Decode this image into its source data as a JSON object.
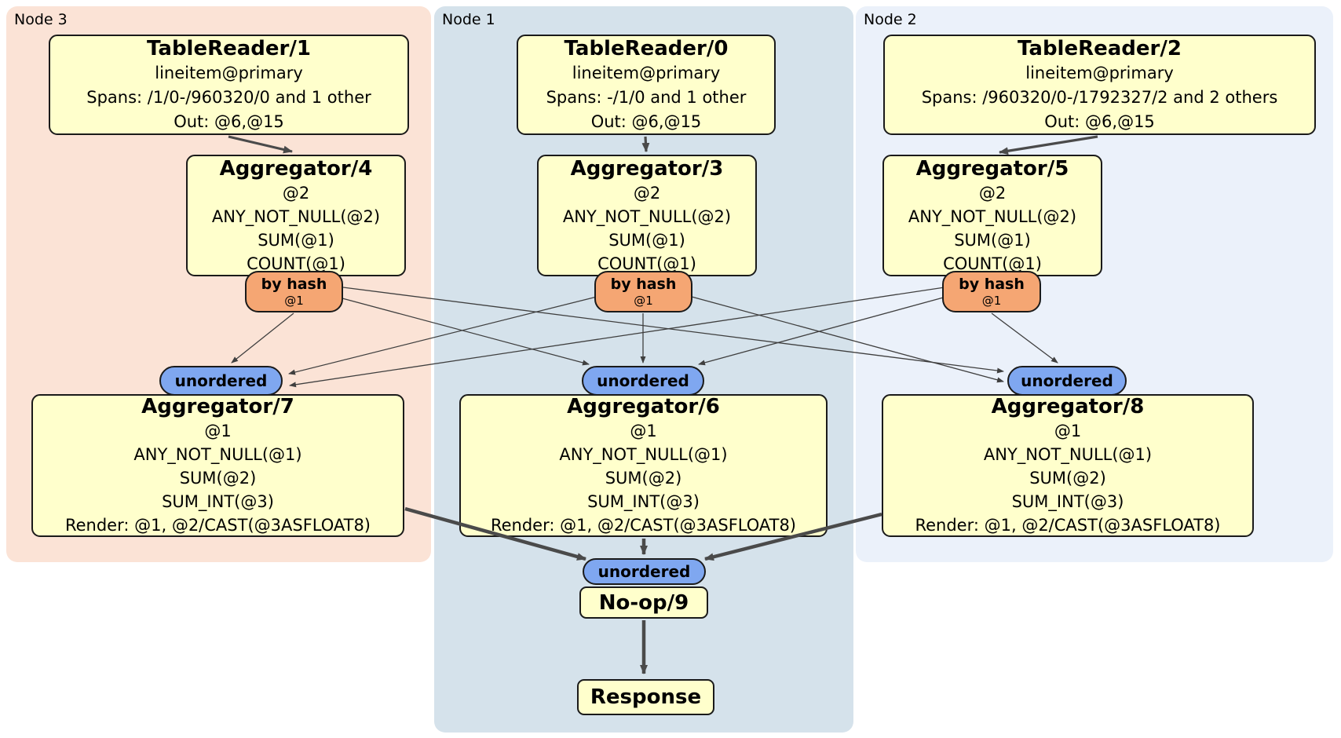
{
  "diagram_type": "distsql-query-plan",
  "colors": {
    "node3_bg": "#fbe3d6",
    "node1_bg": "#d5e2eb",
    "node2_bg": "#ebf1fa",
    "processor_box_bg": "#ffffcc",
    "router_pill_bg": "#f5a673",
    "sync_pill_bg": "#7fa7f0",
    "border": "#1a1a1a",
    "edge": "#4a4a4a"
  },
  "panels": [
    {
      "label": "Node 3",
      "table_reader": {
        "title": "TableReader/1",
        "index": "lineitem@primary",
        "spans": "Spans: /1/0-/960320/0 and 1 other",
        "out": "Out: @6,@15"
      },
      "aggregator_top": {
        "title": "Aggregator/4",
        "lines": [
          "@2",
          "ANY_NOT_NULL(@2)",
          "SUM(@1)",
          "COUNT(@1)"
        ]
      },
      "router": {
        "label": "by hash",
        "key": "@1"
      },
      "sync": {
        "label": "unordered"
      },
      "aggregator_bottom": {
        "title": "Aggregator/7",
        "lines": [
          "@1",
          "ANY_NOT_NULL(@1)",
          "SUM(@2)",
          "SUM_INT(@3)",
          "Render: @1, @2/CAST(@3ASFLOAT8)"
        ]
      }
    },
    {
      "label": "Node 1",
      "table_reader": {
        "title": "TableReader/0",
        "index": "lineitem@primary",
        "spans": "Spans: -/1/0 and 1 other",
        "out": "Out: @6,@15"
      },
      "aggregator_top": {
        "title": "Aggregator/3",
        "lines": [
          "@2",
          "ANY_NOT_NULL(@2)",
          "SUM(@1)",
          "COUNT(@1)"
        ]
      },
      "router": {
        "label": "by hash",
        "key": "@1"
      },
      "sync": {
        "label": "unordered"
      },
      "aggregator_bottom": {
        "title": "Aggregator/6",
        "lines": [
          "@1",
          "ANY_NOT_NULL(@1)",
          "SUM(@2)",
          "SUM_INT(@3)",
          "Render: @1, @2/CAST(@3ASFLOAT8)"
        ]
      }
    },
    {
      "label": "Node 2",
      "table_reader": {
        "title": "TableReader/2",
        "index": "lineitem@primary",
        "spans": "Spans: /960320/0-/1792327/2 and 2 others",
        "out": "Out: @6,@15"
      },
      "aggregator_top": {
        "title": "Aggregator/5",
        "lines": [
          "@2",
          "ANY_NOT_NULL(@2)",
          "SUM(@1)",
          "COUNT(@1)"
        ]
      },
      "router": {
        "label": "by hash",
        "key": "@1"
      },
      "sync": {
        "label": "unordered"
      },
      "aggregator_bottom": {
        "title": "Aggregator/8",
        "lines": [
          "@1",
          "ANY_NOT_NULL(@1)",
          "SUM(@2)",
          "SUM_INT(@3)",
          "Render: @1, @2/CAST(@3ASFLOAT8)"
        ]
      }
    }
  ],
  "final": {
    "sync": "unordered",
    "noop": "No-op/9",
    "response": "Response"
  }
}
